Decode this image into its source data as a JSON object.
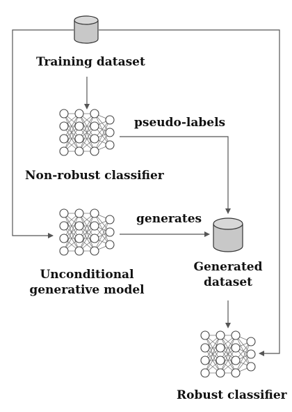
{
  "labels": {
    "training_dataset": "Training dataset",
    "non_robust_classifier": "Non-robust classifier",
    "pseudo_labels": "pseudo-labels",
    "generates": "generates",
    "unconditional_line1": "Unconditional",
    "unconditional_line2": "generative model",
    "generated_line1": "Generated",
    "generated_line2": "dataset",
    "robust_classifier": "Robust classifier"
  },
  "colors": {
    "line": "#555555",
    "node_stroke": "#444444",
    "edge": "#777777",
    "db_fill": "#c8c8c8",
    "db_top": "#d8d8d8",
    "text": "#111111"
  },
  "icons": {
    "dataset": "database-cylinder-icon",
    "network": "neural-network-icon"
  }
}
